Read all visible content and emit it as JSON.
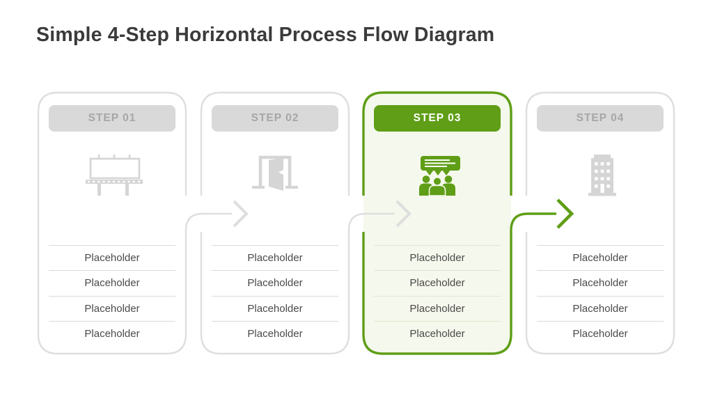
{
  "title": "Simple 4-Step Horizontal Process Flow Diagram",
  "colors": {
    "title_text": "#3b3b3b",
    "body_text": "#4a4a4a",
    "line_gray": "#dedede",
    "icon_gray": "#d5d5d5",
    "separator_gray": "#d9d9d9",
    "separator_green": "#e0e7d2",
    "badge_gray_bg": "#d9d9d9",
    "badge_gray_text": "#a6a6a6",
    "accent_green": "#5f9e16",
    "accent_green_bg": "#f5f8ec"
  },
  "steps": [
    {
      "label": "STEP 01",
      "icon": "billboard-icon",
      "active": false,
      "items": [
        "Placeholder",
        "Placeholder",
        "Placeholder",
        "Placeholder"
      ]
    },
    {
      "label": "STEP 02",
      "icon": "open-door-icon",
      "active": false,
      "items": [
        "Placeholder",
        "Placeholder",
        "Placeholder",
        "Placeholder"
      ]
    },
    {
      "label": "STEP 03",
      "icon": "presentation-audience-icon",
      "active": true,
      "items": [
        "Placeholder",
        "Placeholder",
        "Placeholder",
        "Placeholder"
      ]
    },
    {
      "label": "STEP 04",
      "icon": "building-icon",
      "active": false,
      "items": [
        "Placeholder",
        "Placeholder",
        "Placeholder",
        "Placeholder"
      ]
    }
  ]
}
